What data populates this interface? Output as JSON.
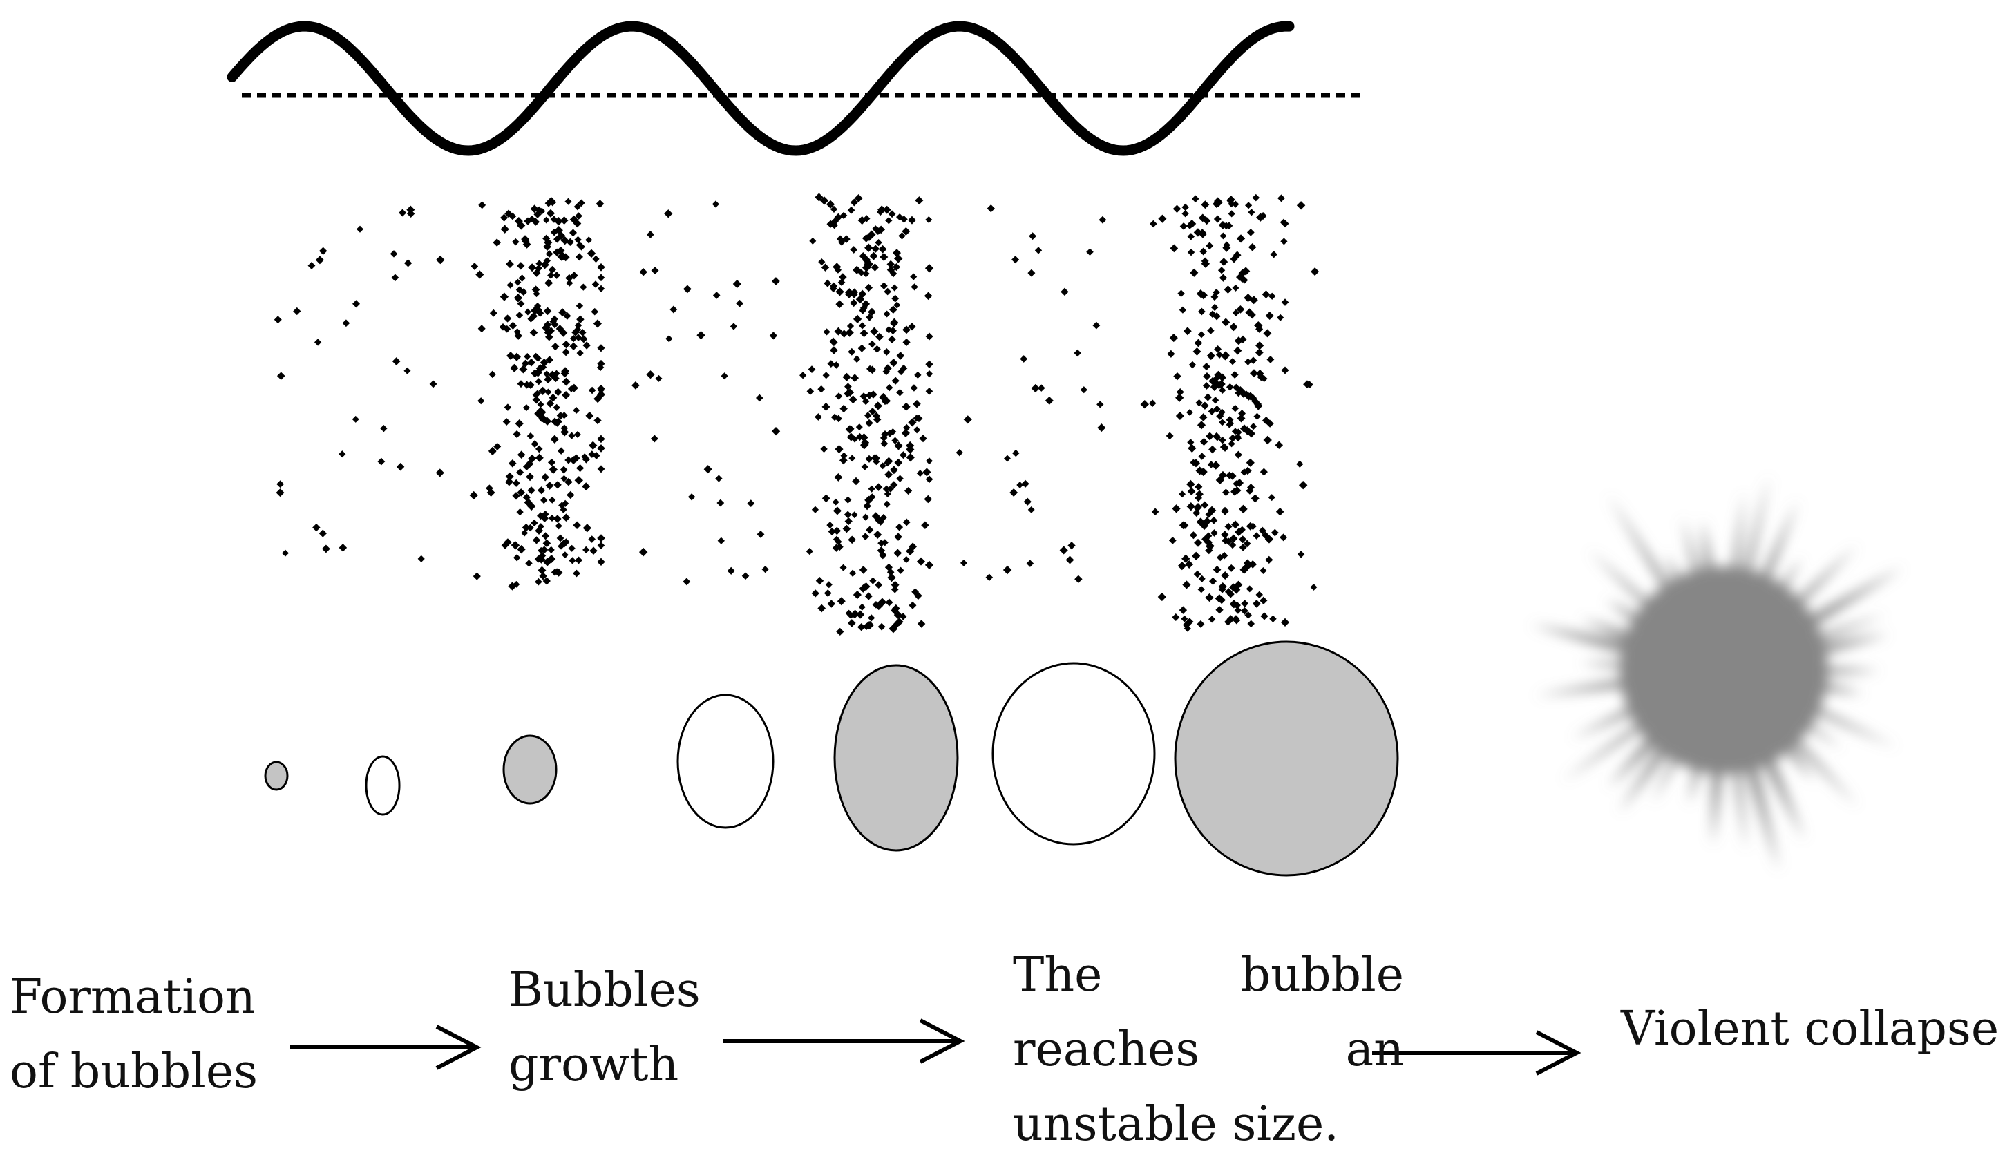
{
  "colors": {
    "ink": "#000000",
    "bubble_fill": "#c4c4c4",
    "collapse_fill": "#868686",
    "background": "#ffffff"
  },
  "stages": {
    "formation": {
      "lines": [
        "Formation",
        "of bubbles"
      ]
    },
    "growth": {
      "lines": [
        "Bubbles",
        "growth"
      ]
    },
    "unstable": {
      "line1": [
        "The",
        "bubble"
      ],
      "line2": [
        "reaches",
        "an"
      ],
      "line3": "unstable size."
    },
    "collapse": {
      "lines": [
        "Violent collapse"
      ]
    }
  }
}
